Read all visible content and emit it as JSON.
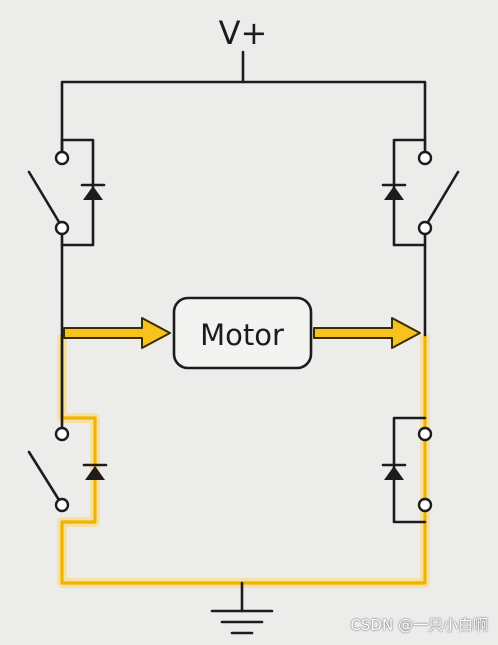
{
  "supply_label": "V+",
  "motor_label": "Motor",
  "watermark": "CSDN @一只小白啊",
  "colors": {
    "wire": "#1c1c1c",
    "current_path": "#f0b400",
    "background": "#ececea"
  }
}
